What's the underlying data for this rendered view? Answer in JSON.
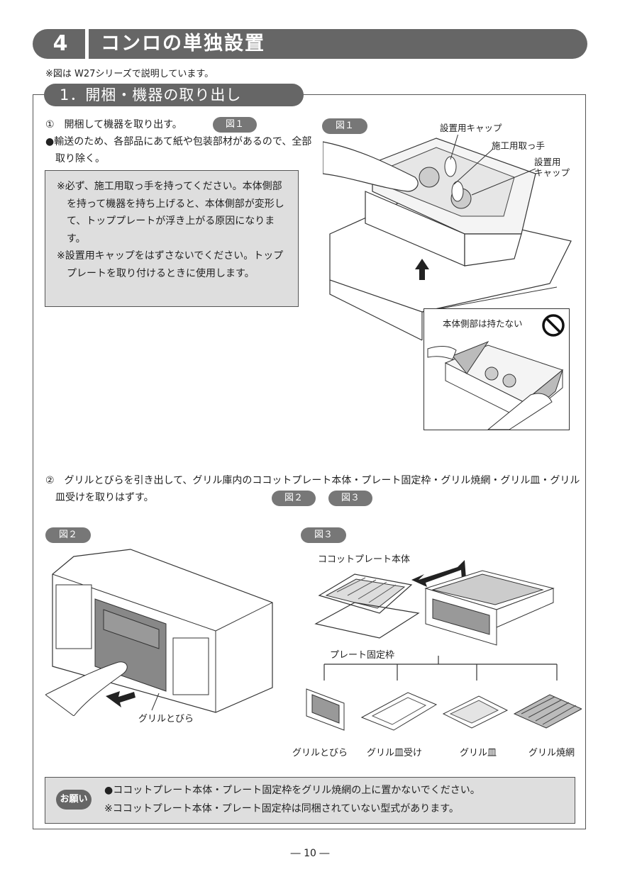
{
  "chapter": {
    "number": "4",
    "title": "コンロの単独設置"
  },
  "note_top": "※図は W27シリーズで説明しています。",
  "section": {
    "title": "1．開梱・機器の取り出し"
  },
  "step1": {
    "text": "①　開梱して機器を取り出す。",
    "fig_ref": "図１",
    "bullet": "●輸送のため、各部品にあて紙や包装部材があるので、全部取り除く。",
    "warnings": [
      "※必ず、施工用取っ手を持ってください。本体側部を持って機器を持ち上げると、本体側部が変形して、トッププレートが浮き上がる原因になります。",
      "※設置用キャップをはずさないでください。トッププレートを取り付けるときに使用します。"
    ]
  },
  "fig1": {
    "tag": "図１",
    "labels": {
      "cap1": "設置用キャップ",
      "handle": "施工用取っ手",
      "cap2a": "設置用",
      "cap2b": "キャップ"
    },
    "inset_label": "本体側部は持たない"
  },
  "step2": {
    "text": "②　グリルとびらを引き出して、グリル庫内のココットプレート本体・プレート固定枠・グリル焼網・グリル皿・グリル皿受けを取りはずす。",
    "fig_refs": [
      "図２",
      "図３"
    ]
  },
  "fig2": {
    "tag": "図２",
    "label": "グリルとびら"
  },
  "fig3": {
    "tag": "図３",
    "label_top": "ココットプレート本体",
    "label_frame": "プレート固定枠",
    "parts": [
      "グリルとびら",
      "グリル皿受け",
      "グリル皿",
      "グリル焼網"
    ]
  },
  "notice": {
    "badge": "お願い",
    "lines": [
      "●ココットプレート本体・プレート固定枠をグリル焼網の上に置かないでください。",
      "※ココットプレート本体・プレート固定枠は同梱されていない型式があります。"
    ]
  },
  "page_number": "― 10 ―"
}
